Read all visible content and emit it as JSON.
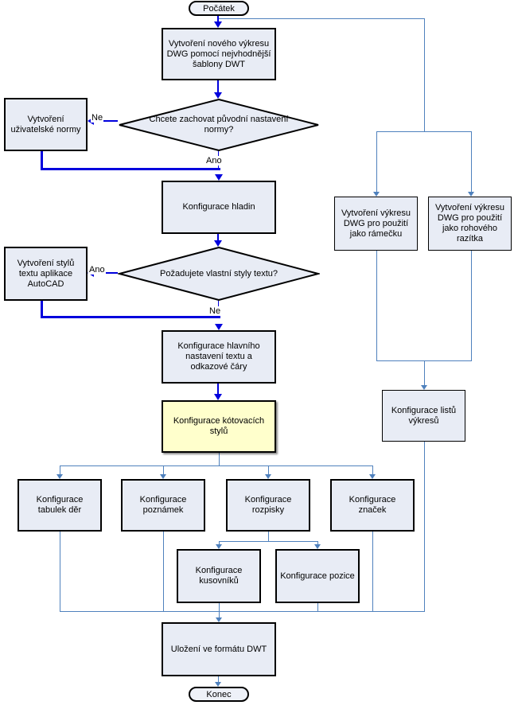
{
  "terminators": {
    "start": "Počátek",
    "end": "Konec"
  },
  "nodes": {
    "new_dwg": "Vytvoření nového výkresu DWG pomocí nejvhodnější šablony DWT",
    "user_norm": "Vytvoření uživatelské normy",
    "layers": "Konfigurace hladin",
    "text_styles": "Vytvoření stylů textu aplikace AutoCAD",
    "main_text": "Konfigurace hlavního nastavení textu a odkazové čáry",
    "dim_styles": "Konfigurace kótovacích stylů",
    "hole_tables": "Konfigurace tabulek děr",
    "notes": "Konfigurace poznámek",
    "parts_list": "Konfigurace rozpisky",
    "symbols": "Konfigurace značek",
    "bom": "Konfigurace kusovníků",
    "balloons": "Konfigurace pozice",
    "save_dwt": "Uložení ve formátu DWT",
    "frame_dwg": "Vytvoření výkresu DWG pro použití jako rámečku",
    "titleblock_dwg": "Vytvoření výkresu DWG pro použití jako rohového razítka",
    "sheets": "Konfigurace listů výkresů"
  },
  "decisions": {
    "keep_norm": "Chcete zachovat původní nastavení normy?",
    "want_text_styles": "Požadujete vlastní styly textu?"
  },
  "labels": {
    "d1_no": "Ne",
    "d1_yes": "Ano",
    "d2_yes": "Ano",
    "d2_no": "Ne"
  },
  "colors": {
    "main_arrow": "#0000dd",
    "tree_connector": "#4f81bd",
    "node_fill": "#e8ecf5",
    "highlight_fill": "#ffffcc",
    "terminator_fill": "#eef1f8",
    "border": "#000000"
  }
}
